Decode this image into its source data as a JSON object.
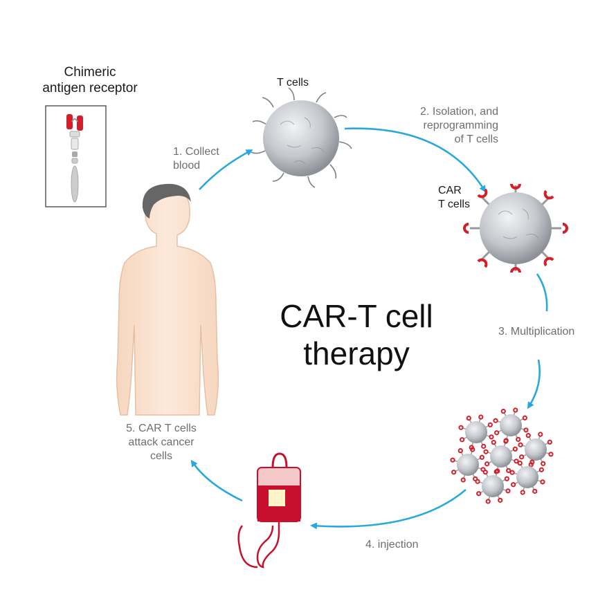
{
  "title": "CAR-T cell\ntherapy",
  "receptor_box": {
    "label": "Chimeric\nantigen receptor"
  },
  "cells": {
    "t_cells": "T cells",
    "car_t_cells": "CAR\nT cells"
  },
  "steps": [
    {
      "label": "1. Collect\nblood"
    },
    {
      "label": "2. Isolation, and\nreprogramming\nof T cells"
    },
    {
      "label": "3. Multiplication"
    },
    {
      "label": "4. injection"
    },
    {
      "label": "5. CAR T cells\nattack cancer\ncells"
    }
  ],
  "colors": {
    "arrow": "#29a8dc",
    "cell": "#b9bcc2",
    "receptor": "#d21f2a",
    "skin": "#fbe3cf",
    "hair": "#666666",
    "bag_fill": "#c8102e"
  }
}
